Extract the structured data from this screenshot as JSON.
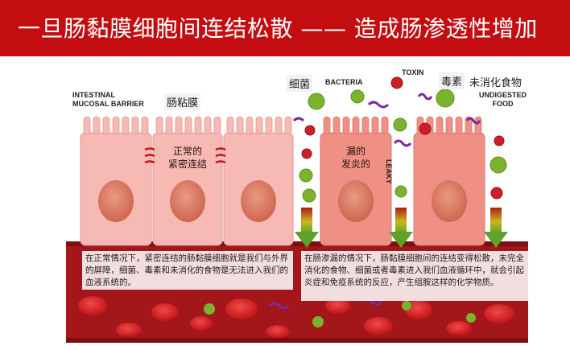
{
  "title": "一旦肠黏膜细胞间连结松散 —— 造成肠渗透性增加",
  "labels": {
    "intestinal_en_1": "INTESTINAL",
    "intestinal_en_2": "MUCOSAL BARRIER",
    "intestinal_cn": "肠粘膜",
    "bacteria_cn": "细菌",
    "bacteria_en": "BACTERIA",
    "toxin_en": "TOXIN",
    "toxin_cn": "毒素",
    "undigested_cn": "未消化食物",
    "undigested_en_1": "UNDIGESTED",
    "undigested_en_2": "FOOD",
    "tight_1": "正常的",
    "tight_2": "紧密连结",
    "leaky_1": "漏的",
    "leaky_2": "发炎的",
    "leaky_en": "LEAKY"
  },
  "info": {
    "normal": "在正常情况下，紧密连结的肠黏膜细胞就是我们与外界的屏障，细菌、毒素和未消化的食物是无法进入我们的血液系统的。",
    "leaky": "在肠渗漏的情况下，肠黏膜细胞间的连结变得松散，未完全消化的食物、细菌或者毒素进入我们血液循环中，就会引起炎症和免疫系统的反应，产生组胺这样的化学物质。"
  },
  "colors": {
    "banner": "#c40d10",
    "cell": "#f6b9b4",
    "cell_inflamed": "#f08f84",
    "nucleus": "#d9745f",
    "blood": "#a3161a",
    "bacteria": "#7cb32e",
    "virus": "#c9202a",
    "toxin": "#7a2a9c"
  },
  "icons": [
    "bacteria-icon",
    "virus-icon",
    "toxin-strand-icon",
    "down-arrow-icon",
    "blood-cell-icon"
  ]
}
